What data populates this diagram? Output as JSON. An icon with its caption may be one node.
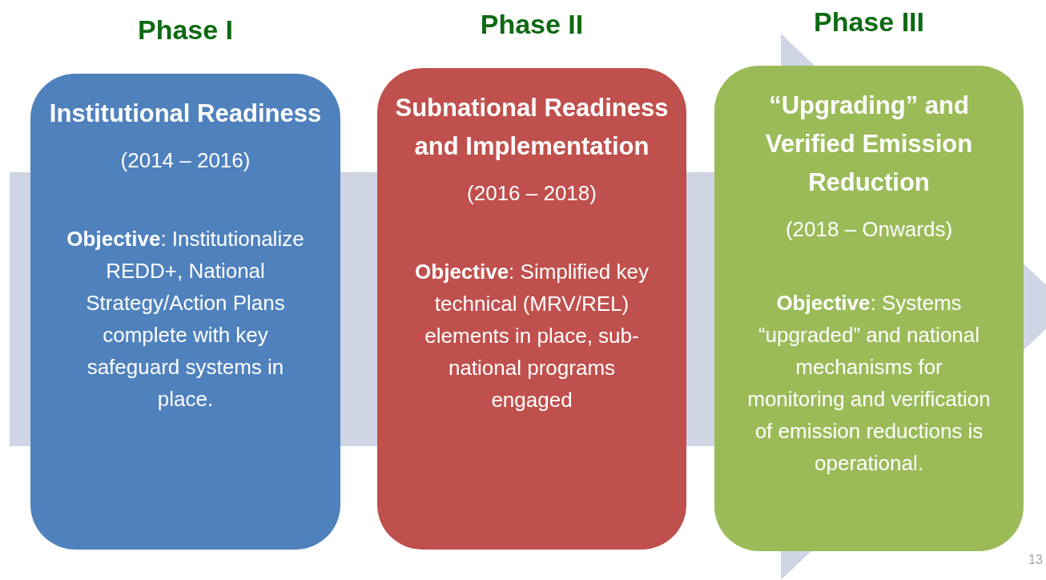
{
  "diagram": {
    "nodes": [
      {
        "text": [
          "Phase I",
          "Institutional Readiness",
          "(2014 – 2016)",
          "**Objective**: Institutionalize REDD+, National Strategy/Action Plans complete with key safeguard systems in place."
        ]
      },
      {
        "text": [
          "Phase II",
          "Subnational Readiness and Implementation",
          "(2016 – 2018)",
          "**Objective**: Simplified key technical (MRV/REL) elements in place, sub-national programs engaged"
        ]
      },
      {
        "text": [
          "Phase III",
          "“Upgrading” and Verified Emission Reduction",
          "(2018 – Onwards)",
          "**Objective**: Systems “upgraded” and national mechanisms for monitoring and verification of emission reductions is operational."
        ]
      }
    ],
    "labels": [
      "13"
    ]
  }
}
